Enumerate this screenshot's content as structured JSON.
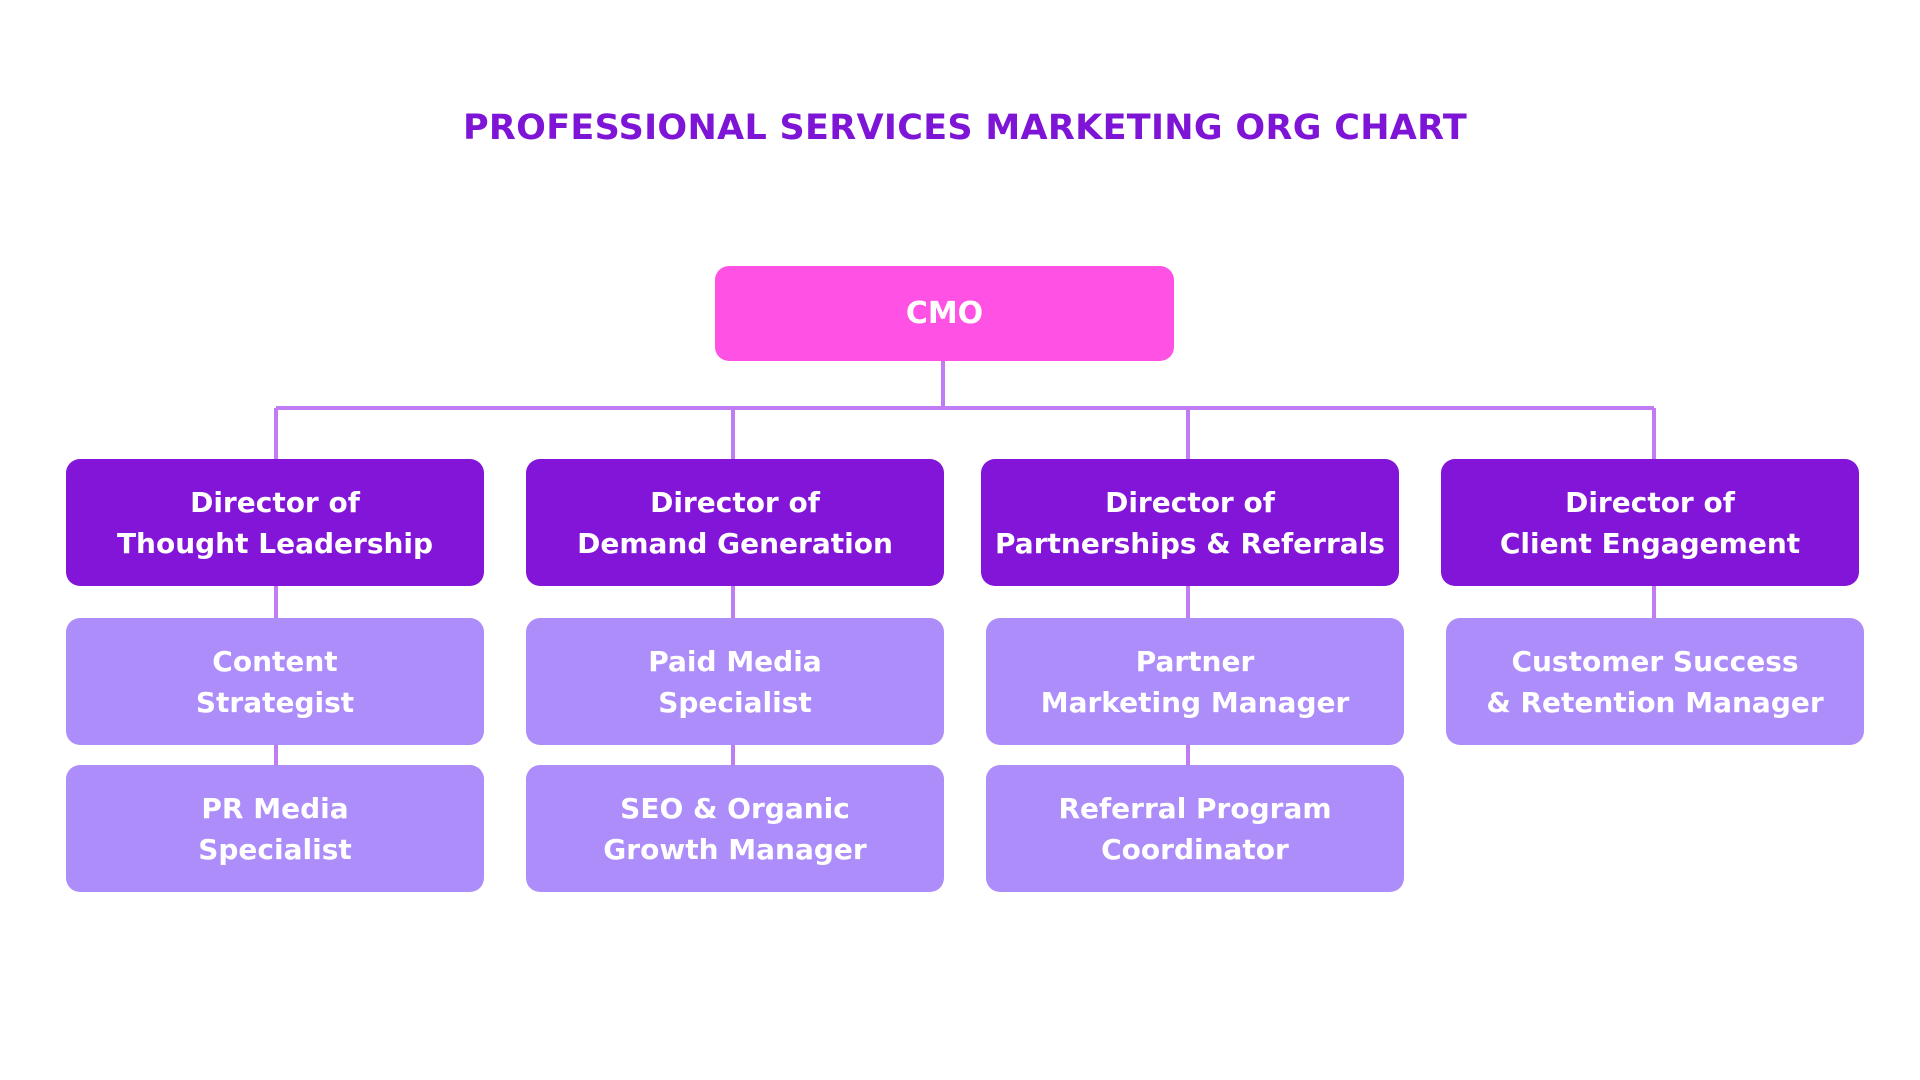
{
  "title": "PROFESSIONAL SERVICES MARKETING ORG CHART",
  "colors": {
    "title": "#7e14d6",
    "cmo": "#ff52e5",
    "director": "#8215d7",
    "role": "#ad8dfa",
    "connector": "#c07cf5"
  },
  "cmo": {
    "label": "CMO"
  },
  "directors": [
    {
      "line1": "Director of",
      "line2": "Thought Leadership",
      "roles": [
        {
          "line1": "Content",
          "line2": "Strategist"
        },
        {
          "line1": "PR Media",
          "line2": "Specialist"
        }
      ]
    },
    {
      "line1": "Director of",
      "line2": "Demand Generation",
      "roles": [
        {
          "line1": "Paid Media",
          "line2": "Specialist"
        },
        {
          "line1": "SEO & Organic",
          "line2": "Growth Manager"
        }
      ]
    },
    {
      "line1": "Director of",
      "line2": "Partnerships & Referrals",
      "roles": [
        {
          "line1": "Partner",
          "line2": "Marketing Manager"
        },
        {
          "line1": "Referral Program",
          "line2": "Coordinator"
        }
      ]
    },
    {
      "line1": "Director of",
      "line2": "Client Engagement",
      "roles": [
        {
          "line1": "Customer Success",
          "line2": "& Retention Manager"
        }
      ]
    }
  ]
}
